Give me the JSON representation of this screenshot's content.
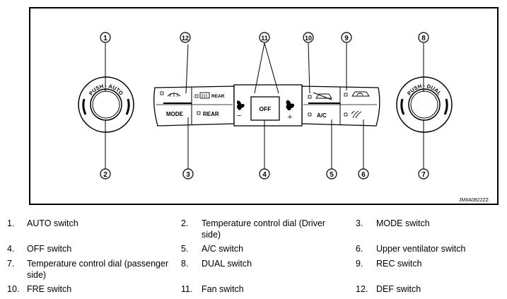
{
  "figure_code": "JMIIA0822ZZ",
  "callouts": [
    "1",
    "2",
    "3",
    "4",
    "5",
    "6",
    "7",
    "8",
    "9",
    "10",
    "11",
    "12"
  ],
  "dial_left_text": "PUSH · AUTO",
  "dial_right_text": "PUSH · DUAL",
  "panel": {
    "rear_label": "REAR",
    "mode_label": "MODE",
    "rear_button_label": "REAR",
    "off_label": "OFF",
    "fan_minus": "−",
    "fan_plus": "+",
    "ac_label": "A/C"
  },
  "icons": [
    "defrost-icon",
    "rear-defrost-icon",
    "fan-icon",
    "recirculation-icon",
    "fresh-air-icon",
    "upper-vent-icon"
  ],
  "legend": [
    {
      "num": "1.",
      "text": "AUTO switch"
    },
    {
      "num": "2.",
      "text": "Temperature control dial (Driver side)"
    },
    {
      "num": "3.",
      "text": "MODE switch"
    },
    {
      "num": "4.",
      "text": "OFF switch"
    },
    {
      "num": "5.",
      "text": "A/C switch"
    },
    {
      "num": "6.",
      "text": "Upper ventilator switch"
    },
    {
      "num": "7.",
      "text": "Temperature control dial (passenger side)"
    },
    {
      "num": "8.",
      "text": "DUAL switch"
    },
    {
      "num": "9.",
      "text": "REC switch"
    },
    {
      "num": "10.",
      "text": "FRE switch"
    },
    {
      "num": "11.",
      "text": "Fan switch"
    },
    {
      "num": "12.",
      "text": "DEF switch"
    }
  ]
}
